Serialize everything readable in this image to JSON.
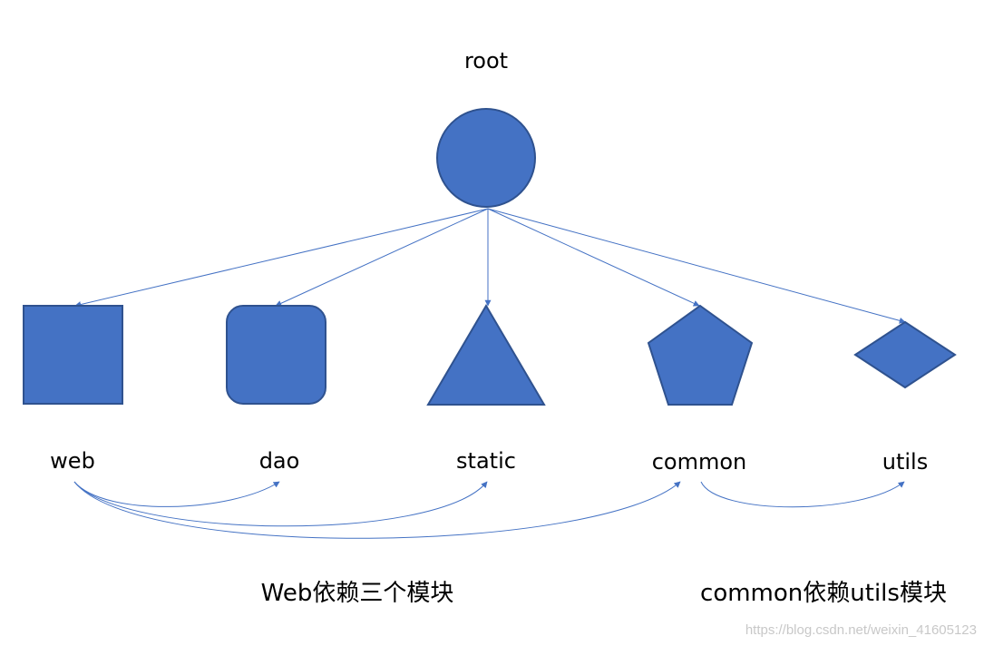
{
  "colors": {
    "shape_fill": "#4472c4",
    "shape_stroke": "#2f528f",
    "arrow": "#4472c4",
    "watermark": "#c8c8c8"
  },
  "root": {
    "label": "root",
    "shape": "circle"
  },
  "modules": [
    {
      "id": "web",
      "label": "web",
      "shape": "square"
    },
    {
      "id": "dao",
      "label": "dao",
      "shape": "rounded-square"
    },
    {
      "id": "static",
      "label": "static",
      "shape": "triangle"
    },
    {
      "id": "common",
      "label": "common",
      "shape": "pentagon"
    },
    {
      "id": "utils",
      "label": "utils",
      "shape": "diamond"
    }
  ],
  "root_edges": [
    "web",
    "dao",
    "static",
    "common",
    "utils"
  ],
  "dependency_edges": [
    {
      "from": "web",
      "to": "dao"
    },
    {
      "from": "web",
      "to": "static"
    },
    {
      "from": "web",
      "to": "common"
    },
    {
      "from": "common",
      "to": "utils"
    }
  ],
  "captions": {
    "web_deps": "Web依赖三个模块",
    "common_deps": "common依赖utils模块"
  },
  "watermark": "https://blog.csdn.net/weixin_41605123"
}
